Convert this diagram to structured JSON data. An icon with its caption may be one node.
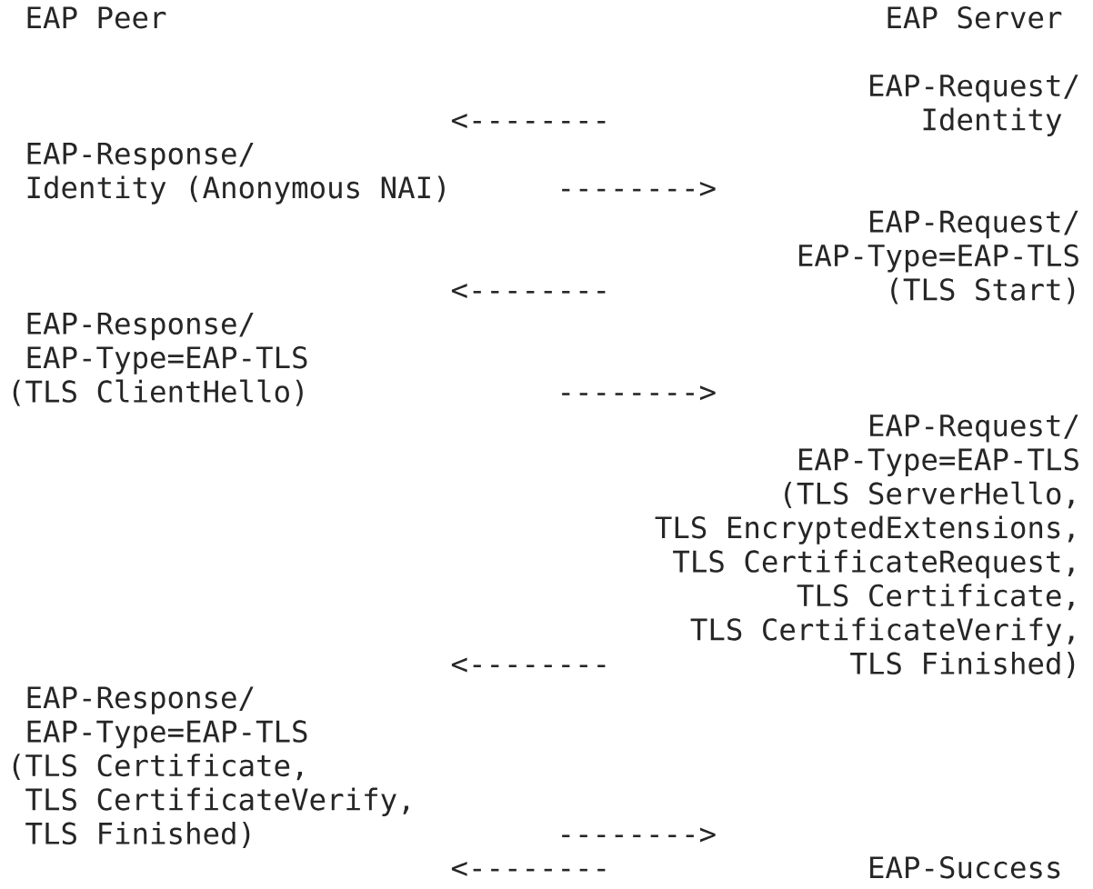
{
  "diagram": {
    "nodes": [
      {
        "text": [
          "EAP-Request/",
          "Identity"
        ]
      },
      {
        "text": [
          "EAP-Response/",
          "Identity (Anonymous NAI)"
        ]
      },
      {
        "text": [
          "EAP-Request/",
          "EAP-Type=EAP-TLS",
          "(TLS Start)"
        ]
      },
      {
        "text": [
          "EAP-Response/",
          "EAP-Type=EAP-TLS",
          "(TLS ClientHello)"
        ]
      },
      {
        "text": [
          "EAP-Request/",
          "EAP-Type=EAP-TLS",
          "(TLS ServerHello,",
          "TLS EncryptedExtensions,",
          "TLS CertificateRequest,",
          "TLS Certificate,",
          "TLS CertificateVerify,",
          "TLS Finished)"
        ]
      },
      {
        "text": [
          "EAP-Response/",
          "EAP-Type=EAP-TLS",
          "(TLS Certificate,",
          "TLS CertificateVerify,",
          "TLS Finished)"
        ]
      },
      {
        "text": [
          "EAP-Success"
        ]
      }
    ],
    "labels": [
      "EAP Peer",
      "EAP Server",
      "<--------",
      "-------->",
      "<--------",
      "-------->",
      "<--------",
      "-------->",
      "<--------"
    ]
  }
}
